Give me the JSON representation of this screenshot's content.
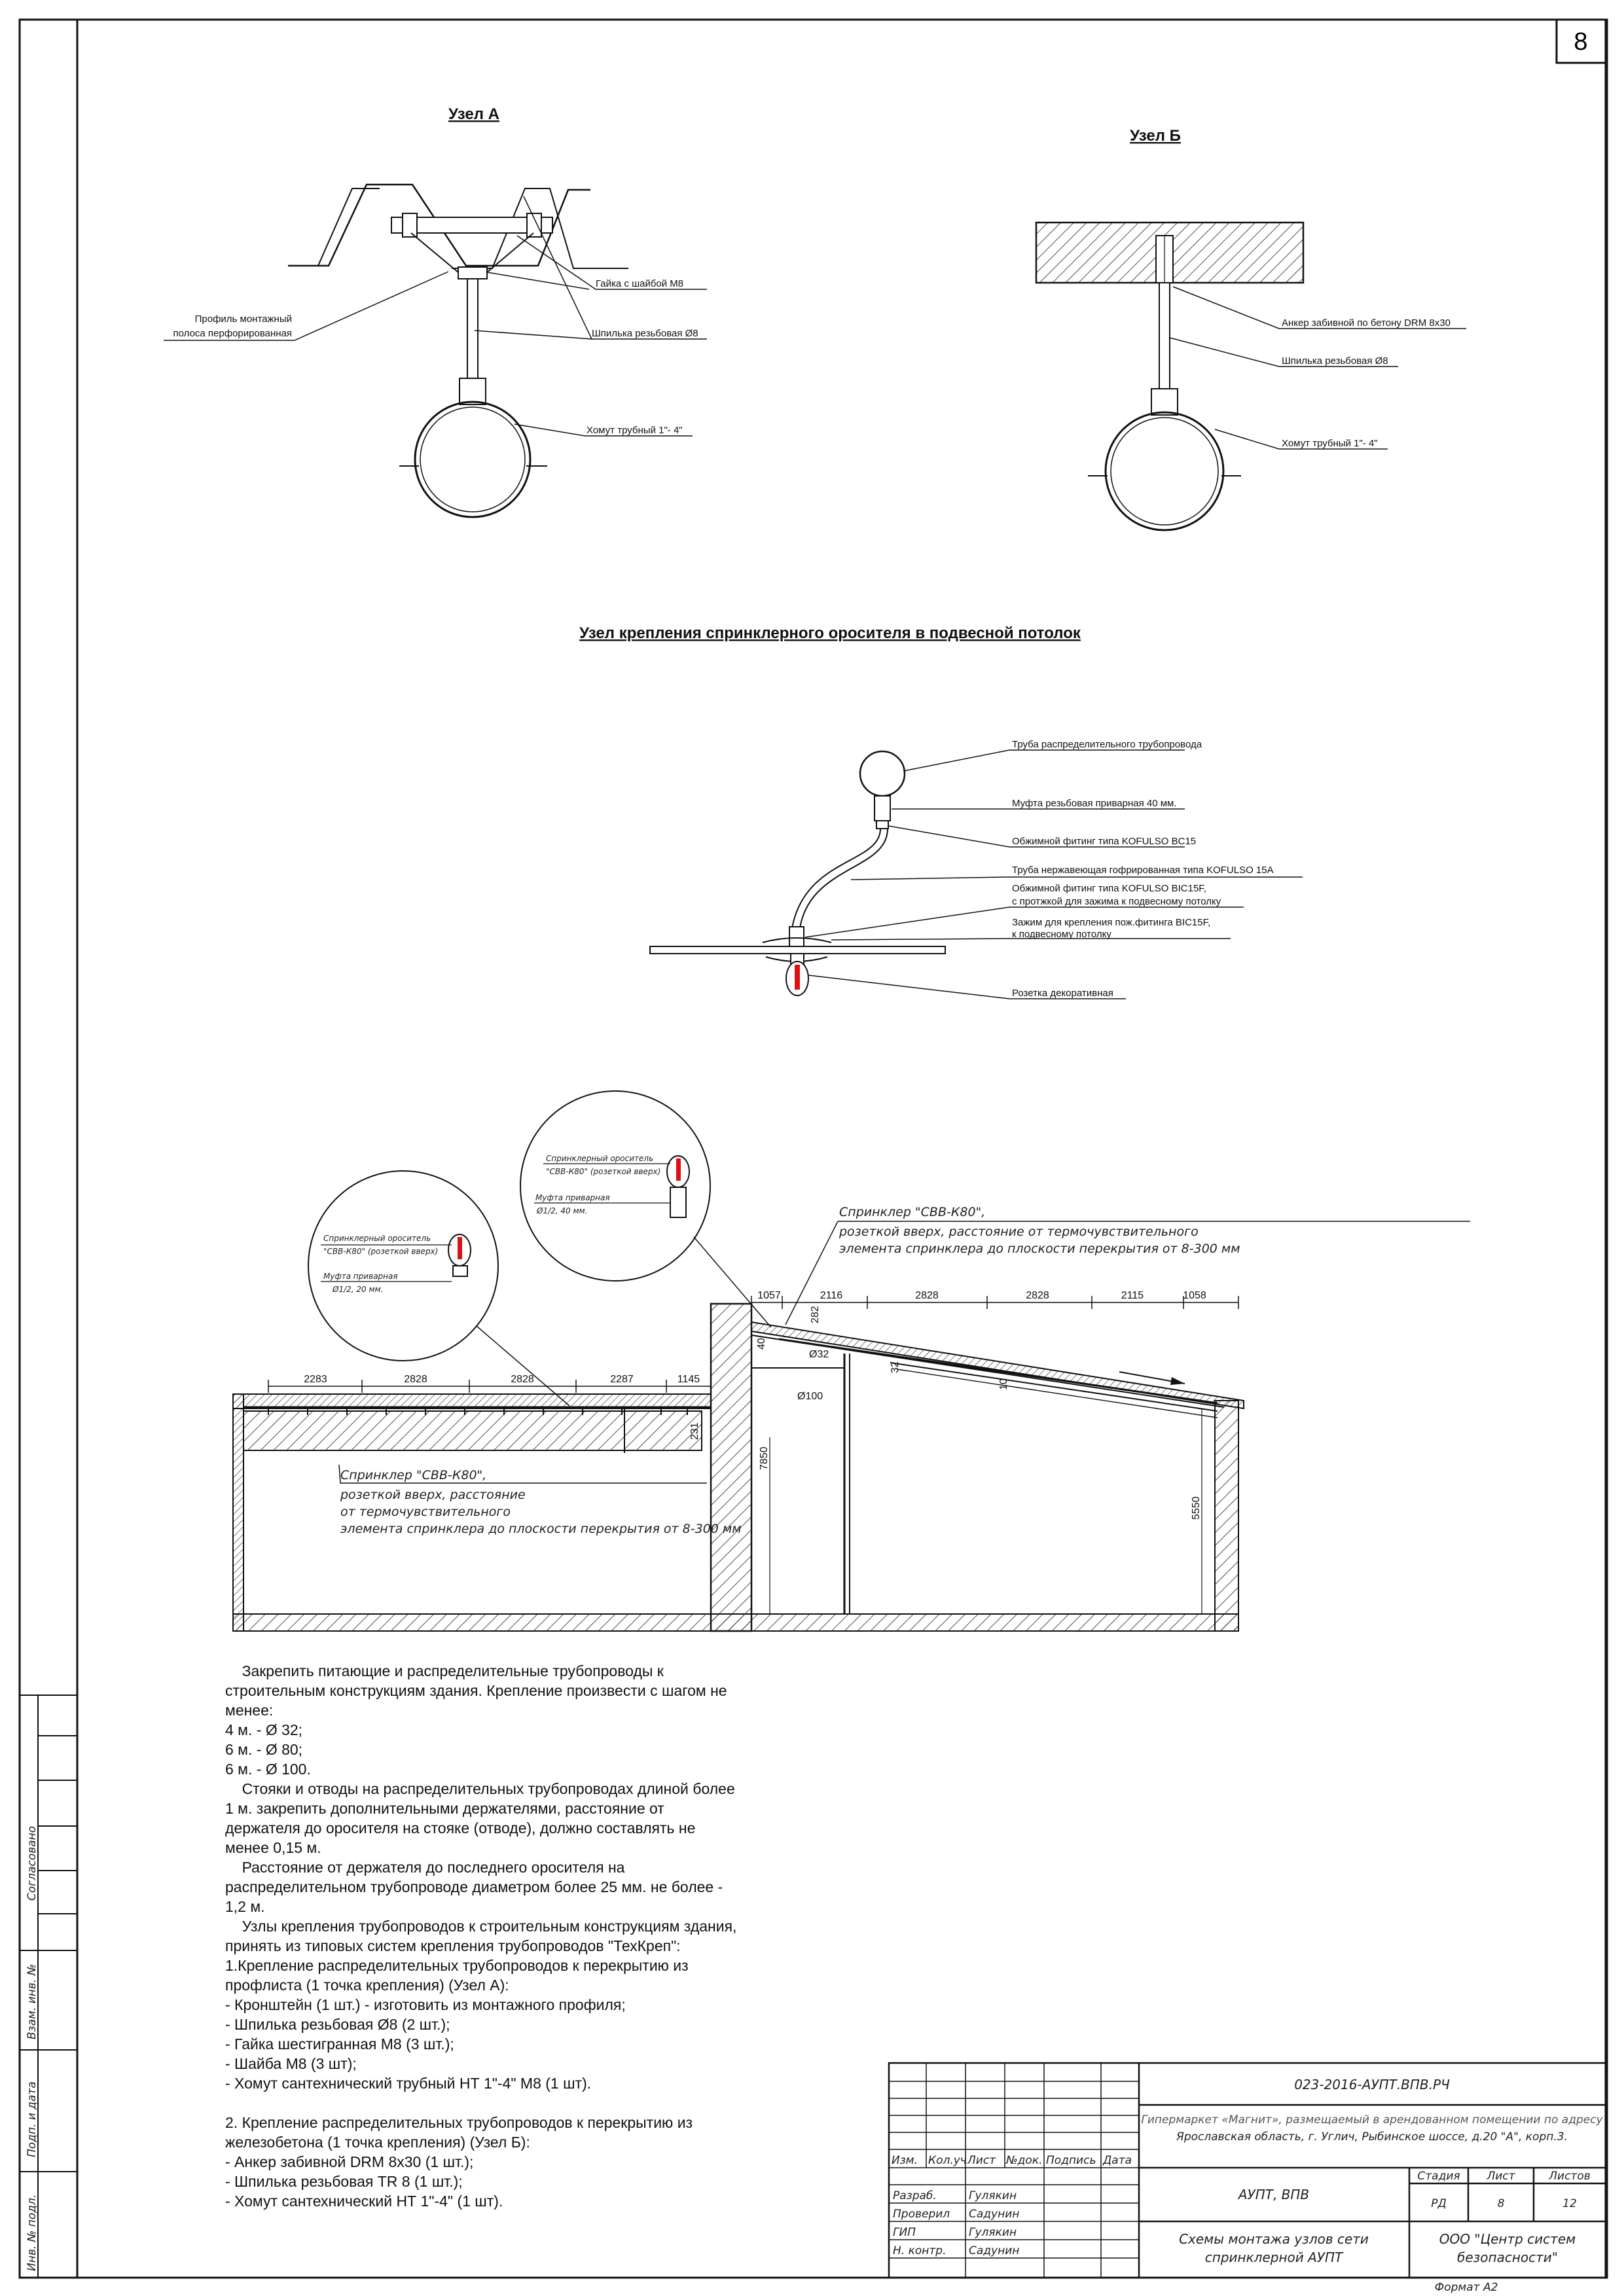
{
  "sheet_number": "8",
  "format_label": "Формат А2",
  "node_a": {
    "title": "Узел А",
    "labels": {
      "nut": "Гайка с шайбой М8",
      "profile_1": "Профиль монтажный",
      "profile_2": "полоса перфорированная",
      "stud": "Шпилька резьбовая Ø8",
      "clamp": "Хомут трубный 1\"- 4\""
    }
  },
  "node_b": {
    "title": "Узел Б",
    "labels": {
      "anchor": "Анкер забивной по бетону DRM 8x30",
      "stud": "Шпилька резьбовая Ø8",
      "clamp": "Хомут трубный 1\"- 4\""
    }
  },
  "ceiling_node": {
    "title": "Узел крепления спринклерного оросителя в подвесной потолок",
    "labels": {
      "pipe": "Труба распределительного трубопровода",
      "coupling": "Муфта резьбовая приварная 40 мм.",
      "fitting1": "Обжимной фитинг типа KOFULSO BC15",
      "corrugated": "Труба нержавеющая гофрированная типа KOFULSO 15A",
      "fitting2_1": "Обжимной фитинг типа KOFULSO BIC15F,",
      "fitting2_2": "с протжкой для зажима к подвесному потолку",
      "clamp_1": "Зажим для крепления пож.фитинга BIC15F,",
      "clamp_2": "к подвесному потолку",
      "rosette": "Розетка декоративная"
    }
  },
  "section": {
    "callout_right": {
      "line1": "Спринклерный ороситель",
      "line2": "\"СВВ-К80\" (розеткой вверх)",
      "line3": "Муфта приварная",
      "line4": "Ø1/2, 40 мм."
    },
    "callout_left": {
      "line1": "Спринклерный ороситель",
      "line2": "\"СВВ-К80\" (розеткой вверх)",
      "line3": "Муфта приварная",
      "line4": "Ø1/2, 20 мм."
    },
    "note_top": {
      "line1": "Спринклер \"СВВ-К80\",",
      "line2": "розеткой вверх, расстояние от термочувствительного",
      "line3": "элемента спринклера до плоскости перекрытия от 8-300 мм"
    },
    "note_left": {
      "line1": "Спринклер \"СВВ-К80\",",
      "line2": "розеткой вверх, расстояние",
      "line3": "от термочувствительного",
      "line4": "элемента спринклера до плоскости перекрытия от 8-300 мм"
    },
    "dims_right": [
      "1057",
      "2116",
      "2828",
      "2828",
      "2115",
      "1058"
    ],
    "dims_left": [
      "2283",
      "2828",
      "2828",
      "2287",
      "1145"
    ],
    "dim_misc": {
      "d282": "282",
      "d40": "40",
      "d32": "Ø32",
      "d100": "Ø100",
      "d32v": "32",
      "d10": "10",
      "d7850": "7850",
      "d5550": "5550",
      "d231": "231"
    }
  },
  "notes": [
    "    Закрепить питающие и распределительные трубопроводы к",
    "строительным конструкциям здания. Крепление произвести с шагом не",
    "менее:",
    "4 м. - Ø 32;",
    "6 м. - Ø 80;",
    "6 м. - Ø 100.",
    "    Стояки и отводы на распределительных трубопроводах длиной более",
    "1 м. закрепить дополнительными держателями, расстояние от",
    "держателя до оросителя на стояке (отводе), должно составлять не",
    "менее 0,15 м.",
    "    Расстояние от держателя до последнего оросителя на",
    "распределительном трубопроводе диаметром более 25 мм. не более -",
    "1,2 м.",
    "    Узлы крепления трубопроводов к строительным конструкциям здания,",
    "принять из типовых систем крепления трубопроводов \"ТехКреп\":",
    "1.Крепление распределительных трубопроводов к перекрытию из",
    "профлиста (1 точка крепления) (Узел А):",
    "- Кронштейн (1 шт.) - изготовить из монтажного профиля;",
    "- Шпилька резьбовая Ø8 (2 шт.);",
    "- Гайка шестигранная М8 (3 шт.);",
    "- Шайба М8 (3 шт);",
    "- Хомут сантехнический трубный НТ 1\"-4\" М8 (1 шт).",
    "",
    "2. Крепление распределительных трубопроводов к перекрытию из",
    "железобетона (1 точка крепления) (Узел Б):",
    "- Анкер забивной DRM 8x30 (1 шт.);",
    "- Шпилька резьбовая TR 8 (1 шт.);",
    "- Хомут сантехнический НТ 1\"-4\" (1 шт)."
  ],
  "side_stamp": {
    "agreed": "Согласовано",
    "inv_instead": "Взам. инв. №",
    "sign_date": "Подп. и дата",
    "inv_orig": "Инв. № подл."
  },
  "title_block": {
    "code": "023-2016-АУПТ.ВПВ.РЧ",
    "object_1": "Гипермаркет «Магнит», размещаемый в арендованном помещении по адресу",
    "object_2": "Ярославская область, г. Углич, Рыбинское шоссе, д.20 \"А\", корп.3.",
    "headers": [
      "Изм.",
      "Кол.уч",
      "Лист",
      "№док.",
      "Подпись",
      "Дата"
    ],
    "roles": [
      {
        "role": "Разраб.",
        "name": "Гулякин"
      },
      {
        "role": "Проверил",
        "name": "Садунин"
      },
      {
        "role": "ГИП",
        "name": "Гулякин"
      },
      {
        "role": "Н. контр.",
        "name": "Садунин"
      }
    ],
    "system": "АУПТ, ВПВ",
    "stage_label": "Стадия",
    "sheet_label": "Лист",
    "sheets_label": "Листов",
    "stage": "РД",
    "sheet": "8",
    "sheets": "12",
    "drawing_title_1": "Схемы монтажа узлов сети",
    "drawing_title_2": "спринклерной АУПТ",
    "company_1": "ООО \"Центр систем",
    "company_2": "безопасности\""
  }
}
